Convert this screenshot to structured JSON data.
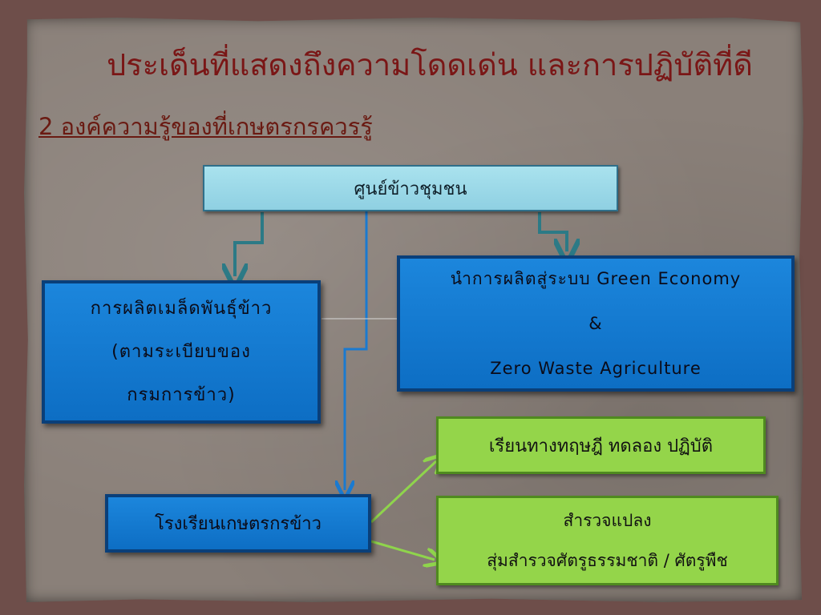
{
  "title": "ประเด็นที่แสดงถึงความโดดเด่น และการปฏิบัติที่ดี",
  "subtitle": "2 องค์ความรู้ของที่เกษตรกรควรรู้",
  "nodes": {
    "top": "ศูนย์ข้าวชุมชน",
    "seed": {
      "line1": "การผลิตเมล็ดพันธุ์ข้าว",
      "line2": "(ตามระเบียบของ",
      "line3": "กรมการข้าว)"
    },
    "green_economy": {
      "line1": "นำการผลิตสู่ระบบ  Green Economy",
      "line2": "&",
      "line3": "Zero Waste Agriculture"
    },
    "school": "โรงเรียนเกษตรกรข้าว",
    "learn": "เรียนทางทฤษฎี ทดลอง ปฏิบัติ",
    "survey": {
      "line1": "สำรวจแปลง",
      "line2": "สุ่มสำรวจศัตรูธรรมชาติ / ศัตรูพืช"
    }
  },
  "colors": {
    "title": "#7a1616",
    "cyan_box": "#9cd9e8",
    "blue_box": "#1479d0",
    "green_box": "#94d54a",
    "teal_arrow": "#2c7a86",
    "blue_arrow": "#1a7ad0",
    "green_arrow": "#8fd44c"
  }
}
